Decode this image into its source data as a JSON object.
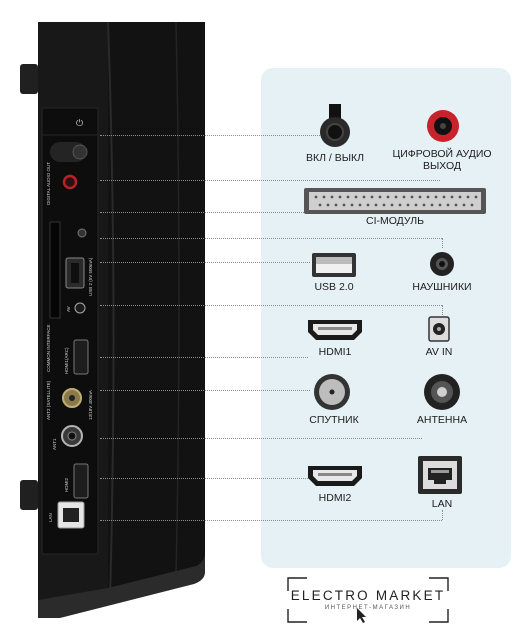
{
  "ports": {
    "power": "ВКЛ / ВЫКЛ",
    "digital_audio": "ЦИФРОВОЙ АУДИО ВЫХОД",
    "ci_module": "CI-МОДУЛЬ",
    "usb": "USB 2.0",
    "headphones": "НАУШНИКИ",
    "hdmi1": "HDMI1",
    "av_in": "AV IN",
    "satellite": "СПУТНИК",
    "antenna": "АНТЕННА",
    "hdmi2": "HDMI2",
    "lan": "LAN"
  },
  "panel_labels": {
    "digital_audio_out": "DIGITAL AUDIO OUT",
    "usb2": "USB 2 (5V 500mA)",
    "av": "AV",
    "common_interface": "COMMON INTERFACE",
    "hdmi1_arc": "HDMI1(ARC)",
    "ant2": "ANT2 (SATELLITE)",
    "ant2_spec": "13/18V 400mA",
    "ant1": "ANT1",
    "hdmi2": "HDMI2",
    "lan": "LAN"
  },
  "logo": {
    "title": "ELECTRO MARKET",
    "subtitle": "ИНТЕРНЕТ-МАГАЗИН"
  },
  "colors": {
    "panel_bg": "#e6f1f6",
    "tv_body": "#1a1a1a",
    "audio_ring": "#c8232b"
  }
}
